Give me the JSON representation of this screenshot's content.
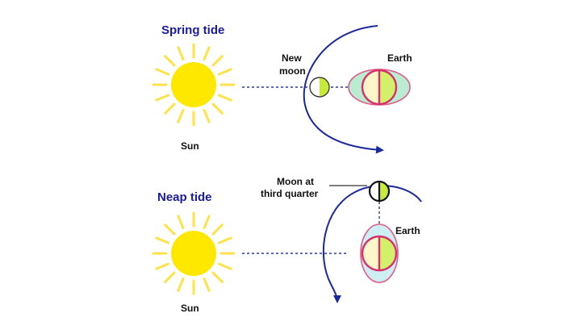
{
  "spring": {
    "title": "Spring tide",
    "sun_label": "Sun",
    "moon_label_line1": "New",
    "moon_label_line2": "moon",
    "earth_label": "Earth"
  },
  "neap": {
    "title": "Neap tide",
    "sun_label": "Sun",
    "moon_label_line1": "Moon at",
    "moon_label_line2": "third quarter",
    "earth_label": "Earth"
  },
  "colors": {
    "title": "#1a1aa6",
    "orbit": "#1a2a9c",
    "sun": "#ffe800",
    "sun_rays": "#ffe24a",
    "bulge_fill": "#b9ecd0",
    "bulge_stroke": "#e25a8a",
    "earth_stroke": "#d6306e",
    "earth_lit": "#d2f06a",
    "earth_dark": "#fdf6c8",
    "neap_bulge_fill": "#cdeff4",
    "moon_lit": "#c8ea3a",
    "dashed": "#2a3aa0",
    "text": "#111111"
  }
}
